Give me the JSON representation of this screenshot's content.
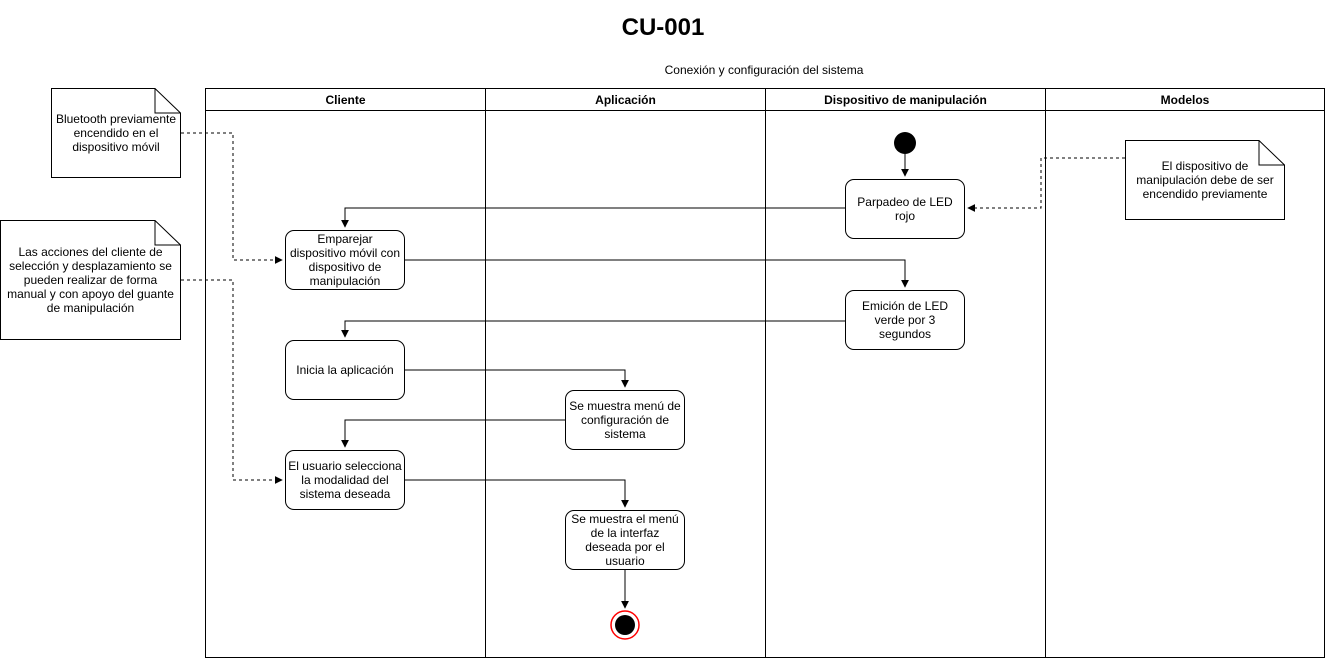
{
  "header": {
    "title": "CU-001",
    "subtitle": "Conexión y configuración del sistema"
  },
  "lanes": [
    {
      "name": "Cliente"
    },
    {
      "name": "Aplicación"
    },
    {
      "name": "Dispositivo de manipulación"
    },
    {
      "name": "Modelos"
    }
  ],
  "activities": {
    "led_rojo": "Parpadeo de LED rojo",
    "emparejar": "Emparejar dispositivo móvil con dispositivo de manipulación",
    "led_verde": "Emición de LED verde por 3 segundos",
    "inicia_app": "Inicia la aplicación",
    "menu_config": "Se muestra menú de configuración de sistema",
    "selecciona": "El usuario selecciona la modalidad del sistema deseada",
    "menu_interfaz": "Se muestra el menú de la interfaz deseada por el usuario"
  },
  "notes": {
    "bluetooth": "Bluetooth previamente encendido en el dispositivo móvil",
    "acciones": "Las acciones del cliente de selección y desplazamiento se pueden realizar de forma manual y con apoyo del guante de manipulación",
    "encendido": "El dispositivo de manipulación debe de ser encendido previamente"
  },
  "colors": {
    "line": "#000000",
    "end_ring": "#ff0000",
    "fill": "#ffffff"
  }
}
